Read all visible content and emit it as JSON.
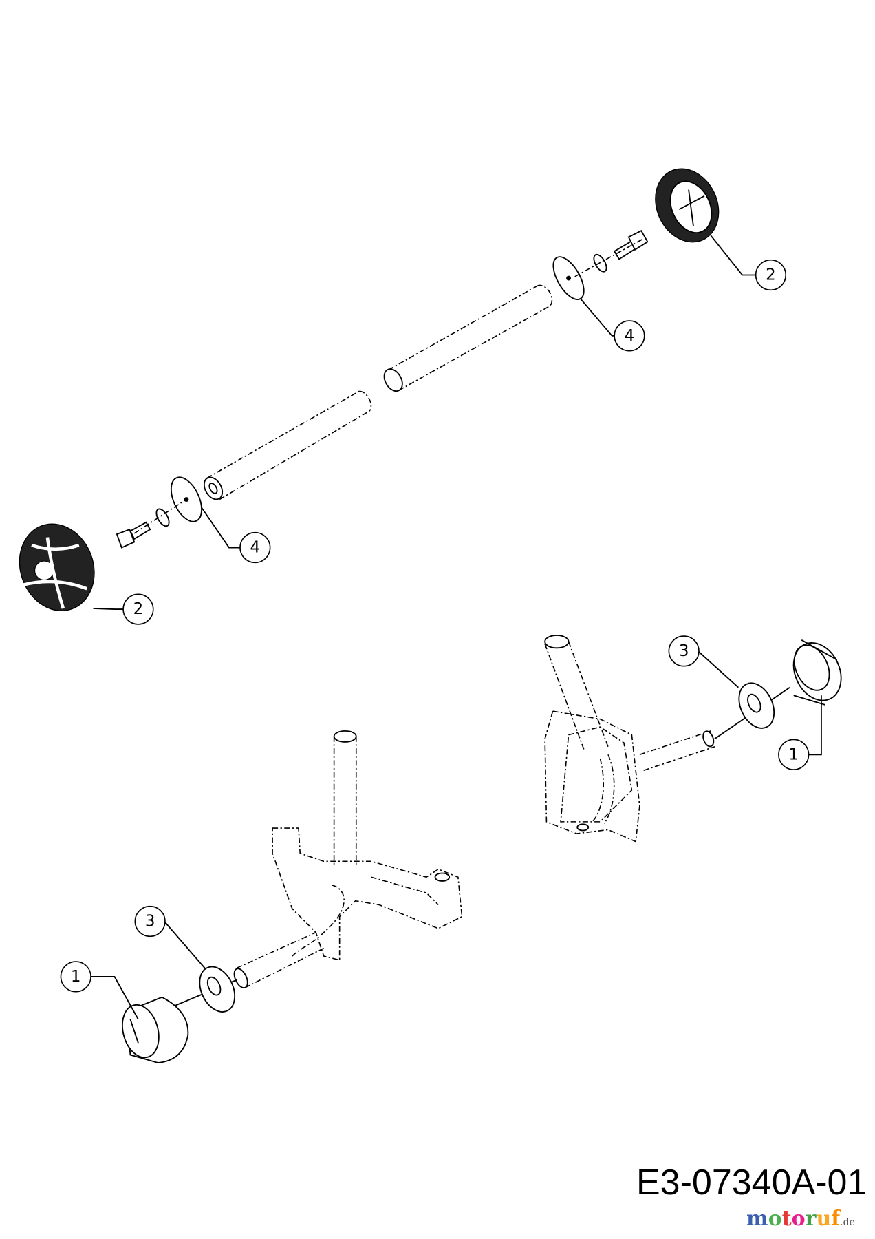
{
  "diagram": {
    "drawing_code": "E3-07340A-01",
    "watermark": "motoruf.de",
    "callouts": [
      {
        "label": "2"
      },
      {
        "label": "4"
      },
      {
        "label": "4"
      },
      {
        "label": "2"
      },
      {
        "label": "3"
      },
      {
        "label": "1"
      },
      {
        "label": "3"
      },
      {
        "label": "1"
      }
    ]
  }
}
